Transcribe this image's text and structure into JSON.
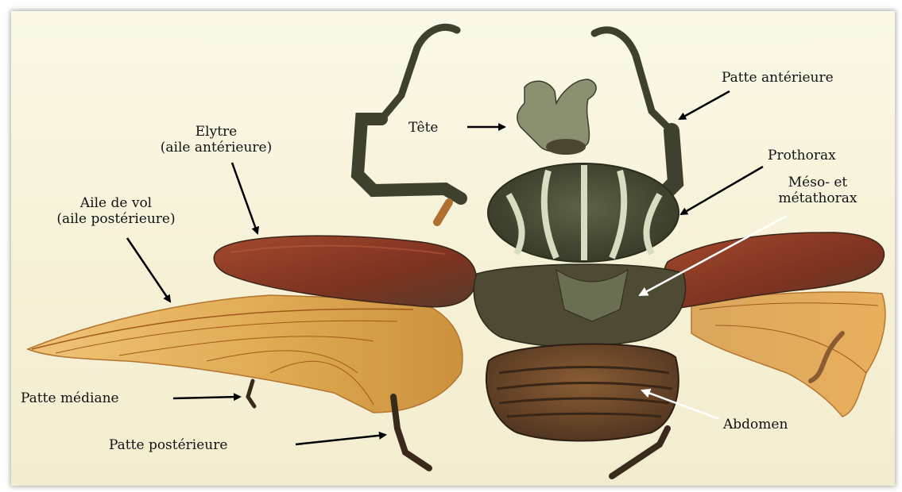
{
  "labels": {
    "tete": "Tête",
    "patte_anterieure": "Patte antérieure",
    "elytre_line1": "Elytre",
    "elytre_line2": "(aile antérieure)",
    "prothorax": "Prothorax",
    "aile_vol_line1": "Aile de vol",
    "aile_vol_line2": "(aile postérieure)",
    "meso_line1": "Méso- et",
    "meso_line2": "métathorax",
    "patte_mediane": "Patte médiane",
    "abdomen": "Abdomen",
    "patte_posterieure": "Patte postérieure"
  },
  "colors": {
    "background": "#f6f1d6",
    "elytra": "#8a3a24",
    "wing": "#d9a54a",
    "thorax": "#4a4f35",
    "stripes": "#d8dcc0",
    "abdomen": "#6b4a2a",
    "arrow_black": "#000000",
    "arrow_white": "#ffffff"
  }
}
